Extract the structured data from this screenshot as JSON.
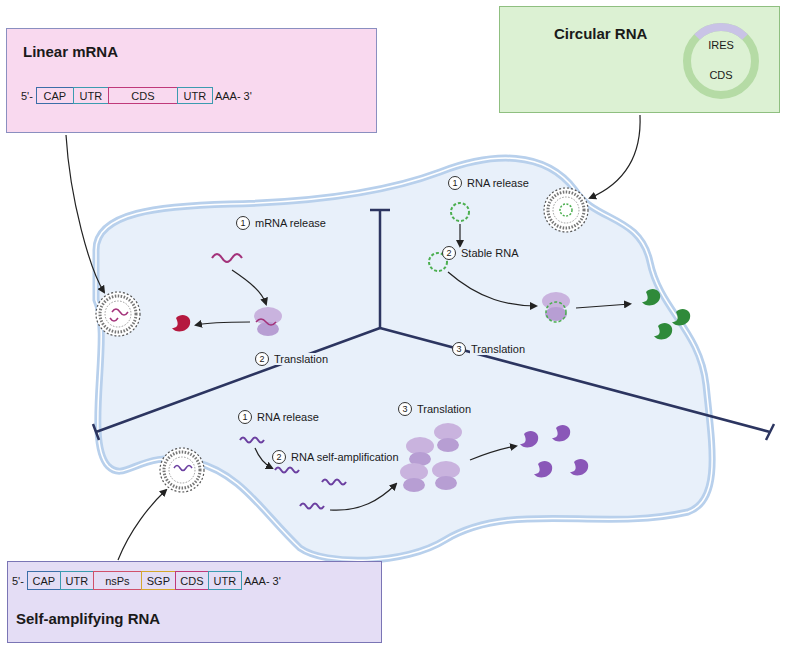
{
  "diagram": {
    "nodes": [
      {
        "text": [
          "Linear mRNA",
          "5'-",
          "AAA- 3'"
        ]
      },
      {
        "text": [
          "CAP"
        ],
        "in": 0
      },
      {
        "text": [
          "UTR"
        ],
        "in": 0
      },
      {
        "text": [
          "CDS"
        ],
        "in": 0
      },
      {
        "text": [
          "UTR"
        ],
        "in": 0
      },
      {
        "text": [
          "Circular RNA"
        ]
      },
      {
        "text": [
          "IRES",
          "CDS"
        ],
        "in": 5
      },
      {
        "text": [
          "5'-",
          "AAA- 3'",
          "Self-amplifying RNA"
        ]
      },
      {
        "text": [
          "CAP"
        ],
        "in": 7
      },
      {
        "text": [
          "UTR"
        ],
        "in": 7
      },
      {
        "text": [
          "nsPs"
        ],
        "in": 7
      },
      {
        "text": [
          "SGP"
        ],
        "in": 7
      },
      {
        "text": [
          "CDS"
        ],
        "in": 7
      },
      {
        "text": [
          "UTR"
        ],
        "in": 7
      },
      {
        "text": [
          "1",
          "mRNA release"
        ]
      },
      {
        "text": [
          "2",
          "Translation"
        ]
      },
      {
        "text": [
          "1",
          "RNA release"
        ]
      },
      {
        "text": [
          "2",
          "Stable RNA"
        ]
      },
      {
        "text": [
          "3",
          "Translation"
        ]
      },
      {
        "text": [
          "1",
          "RNA release"
        ]
      },
      {
        "text": [
          "2",
          "RNA self-amplification"
        ]
      },
      {
        "text": [
          "3",
          "Translation"
        ]
      }
    ]
  }
}
